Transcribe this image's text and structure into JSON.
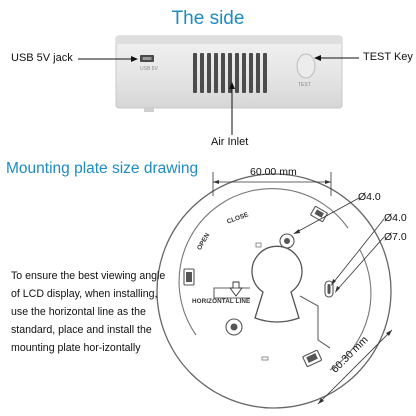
{
  "section_titles": {
    "side": "The side",
    "mounting": "Mounting plate size drawing"
  },
  "side_view": {
    "labels": {
      "usb": "USB 5V jack",
      "test_key": "TEST Key",
      "air_inlet": "Air Inlet"
    },
    "device_marks": {
      "usb": "USB 5V",
      "test": "TEST"
    }
  },
  "mounting_plate": {
    "dimensions": {
      "width": "60.00 mm",
      "height": "60.30 mm",
      "hole_a": "Ø4.0",
      "hole_b": "Ø4.0",
      "hole_c": "Ø7.0"
    },
    "plate_marks": {
      "open": "OPEN",
      "close": "CLOSE",
      "horizontal_line": "HORIZONTAL LINE"
    },
    "description": "To ensure the best viewing angle of LCD display, when installing, use the horizontal line as the standard, place and install the mounting plate hor-izontally"
  },
  "colors": {
    "title": "#1e8bc3",
    "device_body": "#e6e6e6",
    "plate_stroke": "#666666"
  }
}
